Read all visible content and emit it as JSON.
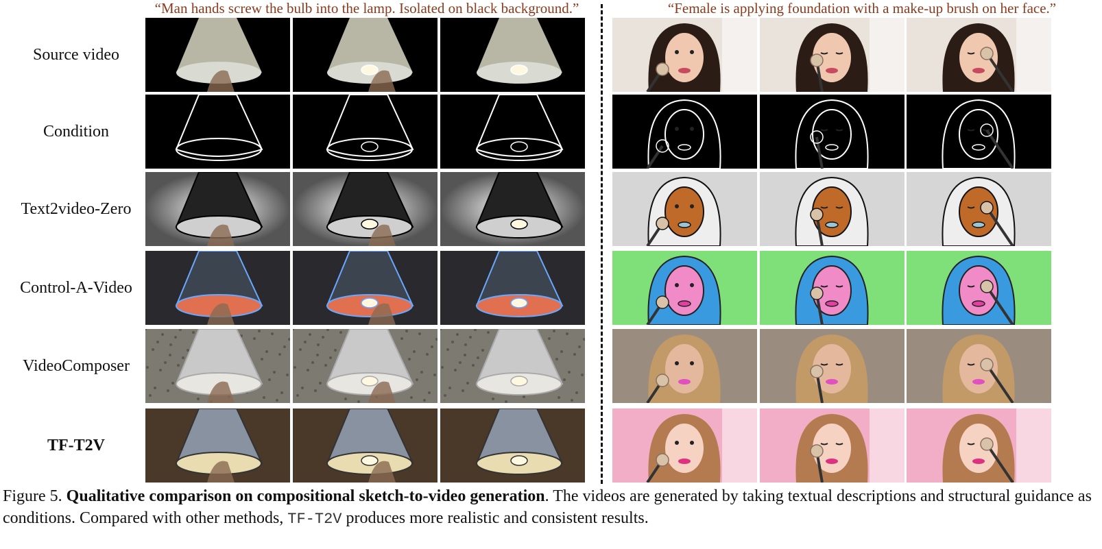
{
  "prompts": {
    "left": "“Man hands screw the bulb into the lamp. Isolated on black background.”",
    "right": "“Female is applying foundation with a make-up brush on her face.”"
  },
  "rows": [
    {
      "label": "Source video",
      "bold": false,
      "style": "source"
    },
    {
      "label": "Condition",
      "bold": false,
      "style": "sketch"
    },
    {
      "label": "Text2video-Zero",
      "bold": false,
      "style": "t2vz"
    },
    {
      "label": "Control-A-Video",
      "bold": false,
      "style": "cav"
    },
    {
      "label": "VideoComposer",
      "bold": false,
      "style": "vc"
    },
    {
      "label": "TF-T2V",
      "bold": true,
      "style": "tft2v"
    }
  ],
  "caption": {
    "figure_number": "Figure 5.",
    "title": "Qualitative comparison on compositional sketch-to-video generation",
    "text_1": ". The videos are generated by taking textual descriptions and structural guidance as conditions. Compared with other methods,",
    "method_name": "TF-T2V",
    "text_2": "produces more realistic and consistent results."
  }
}
